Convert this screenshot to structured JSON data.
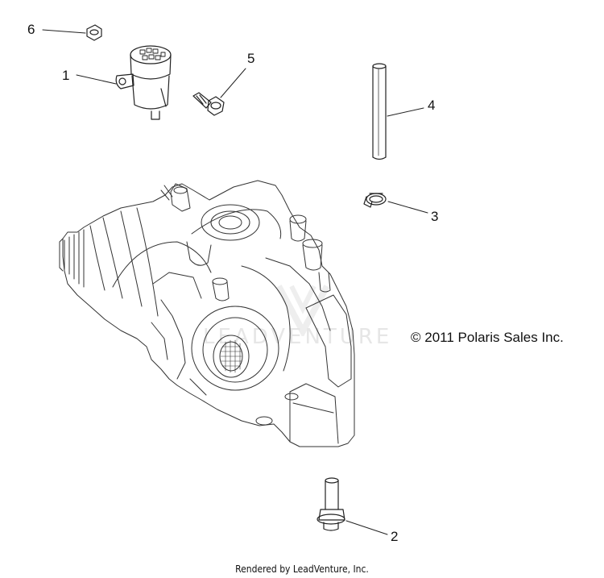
{
  "copyright": "© 2011 Polaris Sales Inc.",
  "footer": "Rendered by LeadVenture, Inc.",
  "watermark": {
    "logo": "LV",
    "wordmark": "LEADVENTURE"
  },
  "callouts": [
    {
      "id": "1",
      "label": "1",
      "part": "brake fluid reservoir"
    },
    {
      "id": "2",
      "label": "2",
      "part": "flange bolt"
    },
    {
      "id": "3",
      "label": "3",
      "part": "hose clamp"
    },
    {
      "id": "4",
      "label": "4",
      "part": "hose"
    },
    {
      "id": "5",
      "label": "5",
      "part": "bolt"
    },
    {
      "id": "6",
      "label": "6",
      "part": "nut"
    }
  ]
}
